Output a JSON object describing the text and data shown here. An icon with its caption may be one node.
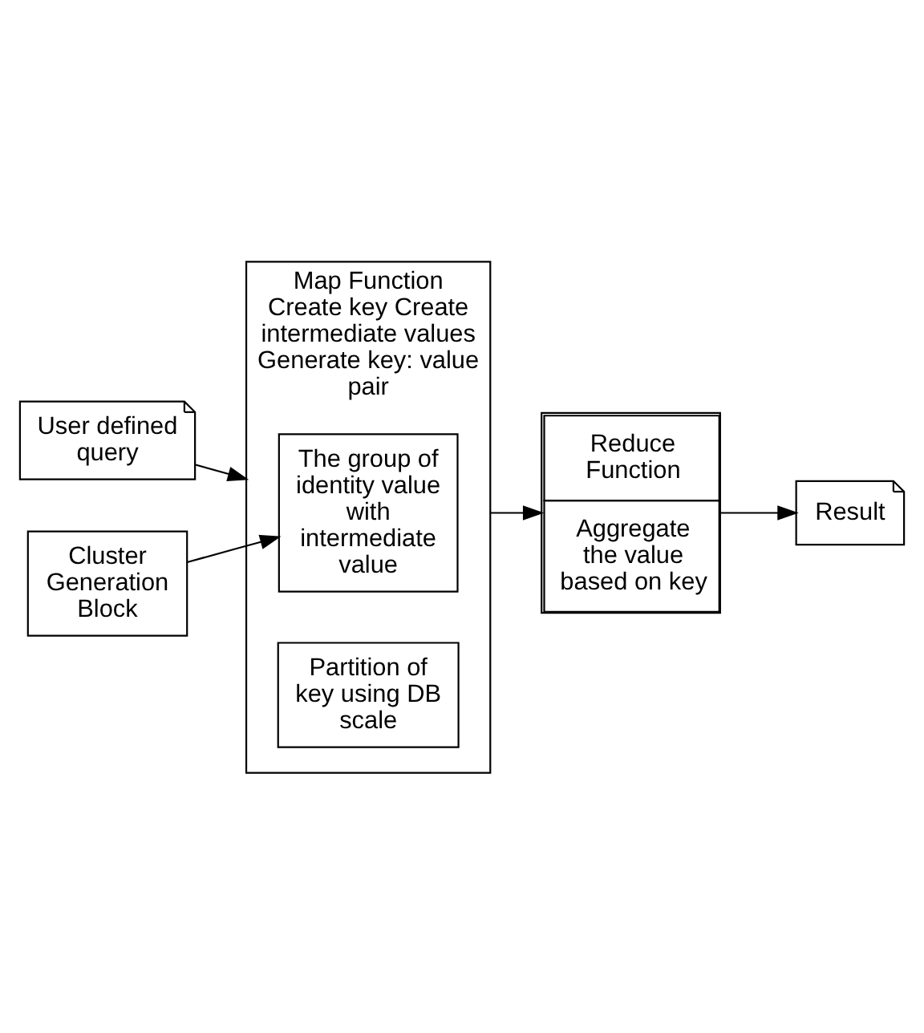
{
  "diagram": {
    "nodes": [
      {
        "text": [
          "User defined query"
        ]
      },
      {
        "text": [
          "Map Function",
          "Create key Create intermediate values",
          "Generate key: value pair"
        ]
      },
      {
        "text": [
          "Partition of key using DB scale"
        ],
        "in": 1
      },
      {
        "text": [
          "The group of identity value with intermediate value"
        ],
        "in": 1
      },
      {
        "text": [
          "Reduce Function",
          "Aggregate the value based on key"
        ]
      },
      {
        "text": [
          "Result"
        ]
      },
      {
        "text": [
          "Cluster Generation Block"
        ]
      }
    ],
    "edges": [
      {
        "from": 0,
        "to": 1,
        "arrow": "to"
      },
      {
        "from": 1,
        "to": 4,
        "arrow": "to"
      },
      {
        "from": 4,
        "to": 5,
        "arrow": "to"
      },
      {
        "from": 6,
        "to": 3,
        "arrow": "to"
      }
    ]
  }
}
